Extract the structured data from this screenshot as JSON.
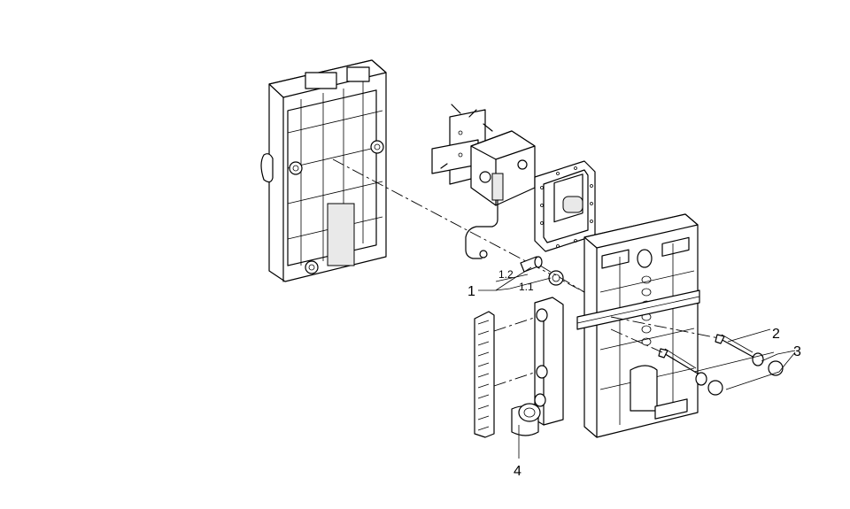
{
  "callouts": {
    "c1": "1",
    "c1_1": "1.1",
    "c1_2": "1.2",
    "c2": "2",
    "c3": "3",
    "c4": "4"
  }
}
